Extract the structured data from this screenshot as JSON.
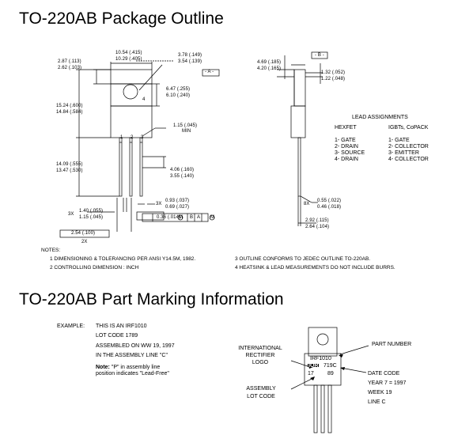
{
  "titles": {
    "outline": "TO-220AB Package Outline",
    "marking": "TO-220AB Part Marking Information"
  },
  "dims": {
    "d1": "2.87 (.113)",
    "d1b": "2.62 (.103)",
    "d2": "10.54 (.415)",
    "d2b": "10.29 (.405)",
    "d3": "3.78 (.149)",
    "d3b": "3.54 (.139)",
    "datum_a": "- A -",
    "d4": "6.47 (.255)",
    "d4b": "6.10 (.240)",
    "d5": "15.24 (.600)",
    "d5b": "14.84 (.584)",
    "d6": "1.15 (.045)",
    "d6b": "MIN",
    "d7": "14.09 (.555)",
    "d7b": "13.47 (.530)",
    "d8": "4.06 (.160)",
    "d8b": "3.55 (.140)",
    "d9": "3X",
    "d9a": "0.93 (.037)",
    "d9b": "0.69 (.027)",
    "d10": "3X",
    "d10a": "1.40 (.055)",
    "d10b": "1.15 (.045)",
    "tol_value": "0.36 (.014)",
    "tol_m1": "M",
    "tol_b": "B",
    "tol_a": "A",
    "tol_m2": "M",
    "d11": "2.54 (.100)",
    "d11b": "2X",
    "datum_b": "- B -",
    "d12": "4.69 (.185)",
    "d12b": "4.20 (.165)",
    "d13": "1.32 (.052)",
    "d13b": "1.22 (.048)",
    "d14": "8X",
    "d14a": "0.55 (.022)",
    "d14b": "0.46 (.018)",
    "d15": "2.92 (.115)",
    "d15b": "2.64 (.104)",
    "pin1": "1",
    "pin2": "2",
    "pin3": "3",
    "tab": "4"
  },
  "lead_assignments": {
    "title": "LEAD ASSIGNMENTS",
    "col1_header": "HEXFET",
    "col2_header": "IGBTs, CoPACK",
    "col1": [
      "1- GATE",
      "2- DRAIN",
      "3- SOURCE",
      "4- DRAIN"
    ],
    "col2": [
      "1- GATE",
      "2- COLLECTOR",
      "3- EMITTER",
      "4- COLLECTOR"
    ]
  },
  "notes": {
    "header": "NOTES:",
    "n1": "1  DIMENSIONING & TOLERANCING PER ANSI Y14.5M, 1982.",
    "n2": "2  CONTROLLING DIMENSION : INCH",
    "n3": "3  OUTLINE CONFORMS TO JEDEC OUTLINE TO-220AB.",
    "n4": "4  HEATSINK & LEAD MEASUREMENTS DO NOT INCLUDE BURRS."
  },
  "marking": {
    "example_label": "EXAMPLE:",
    "line1": "THIS IS AN IRF1010",
    "line2": "LOT CODE 1789",
    "line3": "ASSEMBLED ON WW 19, 1997",
    "line4": "IN THE ASSEMBLY LINE \"C\"",
    "note_label": "Note:",
    "note_text1": "\"P\" in assembly line",
    "note_text2": "position indicates \"Lead-Free\"",
    "intl_logo_1": "INTERNATIONAL",
    "intl_logo_2": "RECTIFIER",
    "intl_logo_3": "LOGO",
    "assembly_1": "ASSEMBLY",
    "assembly_2": "LOT CODE",
    "part_number_label": "PART NUMBER",
    "date_code_1": "DATE CODE",
    "date_code_2": "YEAR 7 = 1997",
    "date_code_3": "WEEK 19",
    "date_code_4": "LINE C",
    "chip_part": "IRF1010",
    "chip_logo": "IOR",
    "chip_code": "719C",
    "chip_lot1": "17",
    "chip_lot2": "89"
  }
}
